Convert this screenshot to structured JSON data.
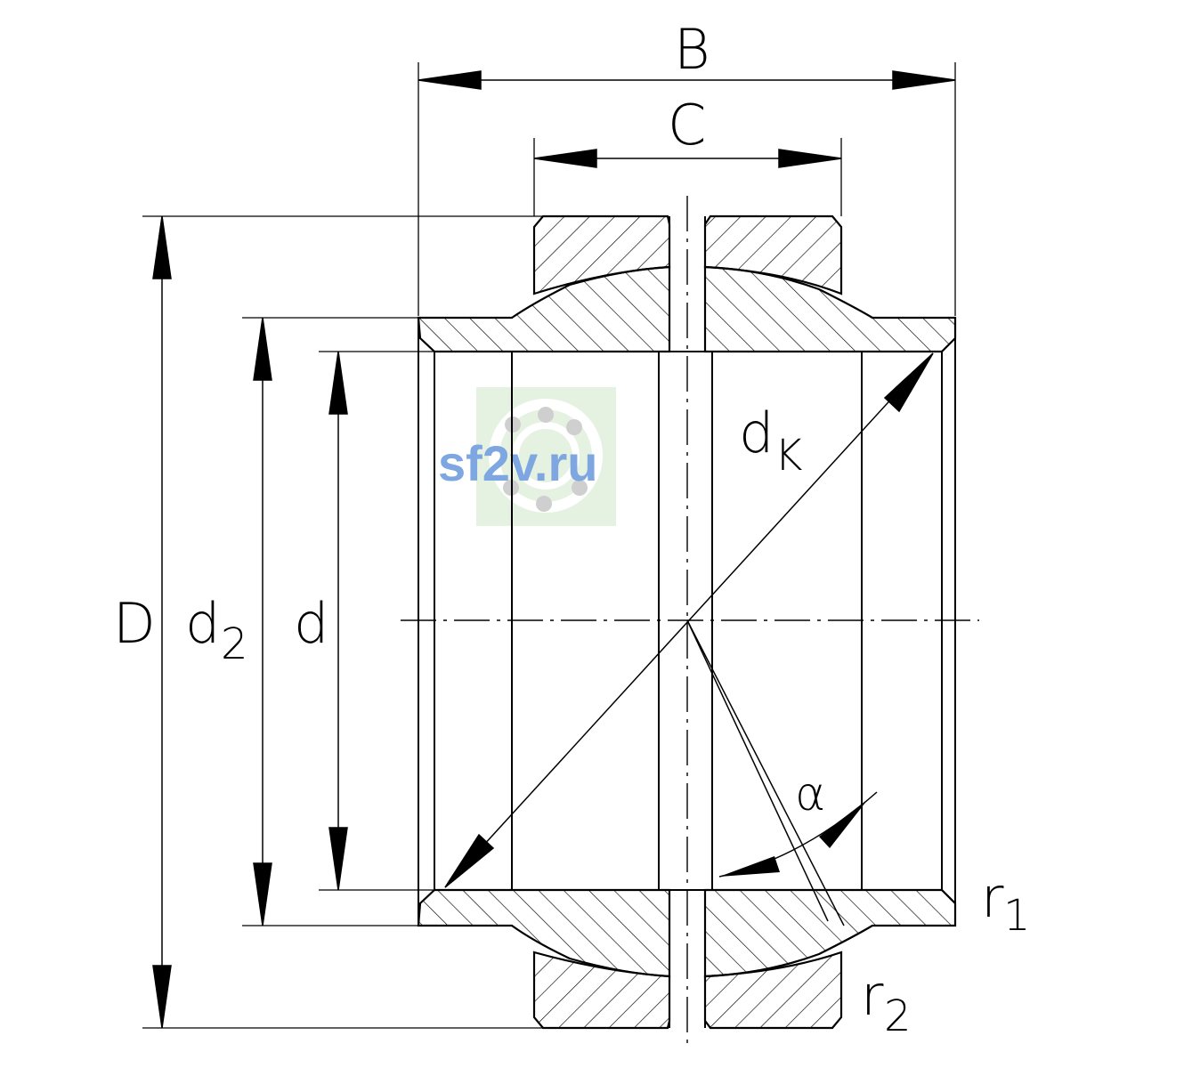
{
  "dimensions": {
    "B": "B",
    "C": "C",
    "D": "D",
    "d2_main": "d",
    "d2_sub": "2",
    "d": "d",
    "dk_main": "d",
    "dk_sub": "K",
    "alpha": "α",
    "r1_main": "r",
    "r1_sub": "1",
    "r2_main": "r",
    "r2_sub": "2"
  },
  "watermark": {
    "text": "sf2v.ru"
  },
  "colors": {
    "line": "#000000",
    "watermark_text": "#7ea6e0",
    "watermark_bg": "#e6f2e1"
  }
}
